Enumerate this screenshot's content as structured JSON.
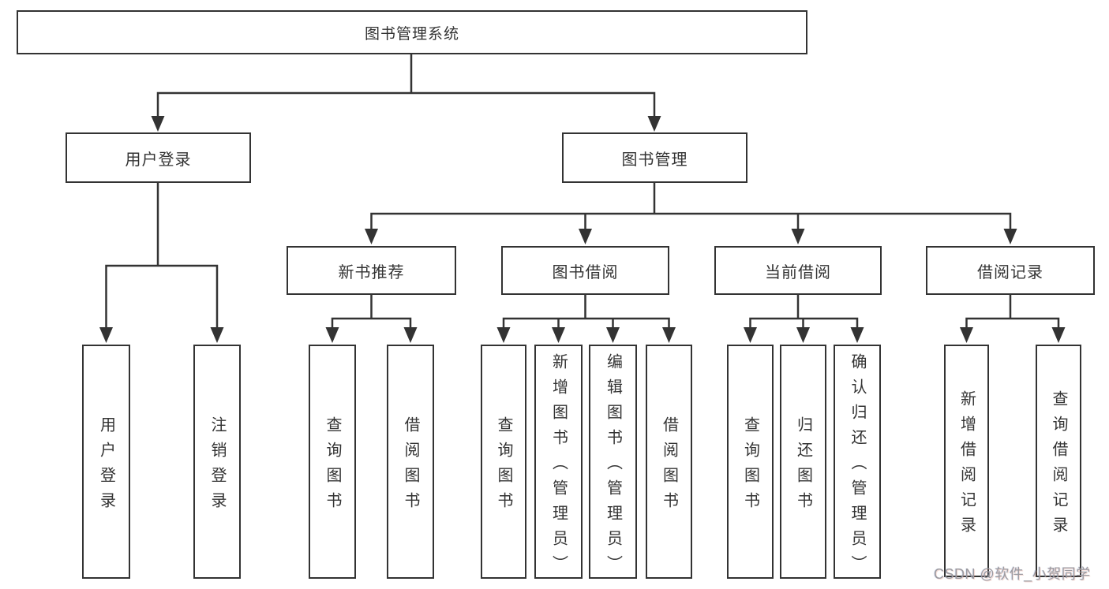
{
  "diagram": {
    "root": {
      "label": "图书管理系统"
    },
    "level2": [
      {
        "id": "user-login",
        "label": "用户登录"
      },
      {
        "id": "book-management",
        "label": "图书管理"
      }
    ],
    "level3": [
      {
        "id": "new-book-recommend",
        "label": "新书推荐",
        "parent": "图书管理"
      },
      {
        "id": "book-borrow",
        "label": "图书借阅",
        "parent": "图书管理"
      },
      {
        "id": "current-borrow",
        "label": "当前借阅",
        "parent": "图书管理"
      },
      {
        "id": "borrow-record",
        "label": "借阅记录",
        "parent": "图书管理"
      }
    ],
    "leaves": {
      "user_login": [
        "用户登录",
        "注销登录"
      ],
      "new_book_recommend": [
        "查询图书",
        "借阅图书"
      ],
      "book_borrow": [
        "查询图书",
        "新增图书（管理员）",
        "编辑图书（管理员）",
        "借阅图书"
      ],
      "current_borrow": [
        "查询图书",
        "归还图书",
        "确认归还（管理员）"
      ],
      "borrow_record": [
        "新增借阅记录",
        "查询借阅记录"
      ]
    },
    "line_color": "#333333",
    "box_background": "#ffffff"
  },
  "watermark": {
    "text": "CSDN @软件_小贺同学",
    "color": "#9b9ba1"
  }
}
